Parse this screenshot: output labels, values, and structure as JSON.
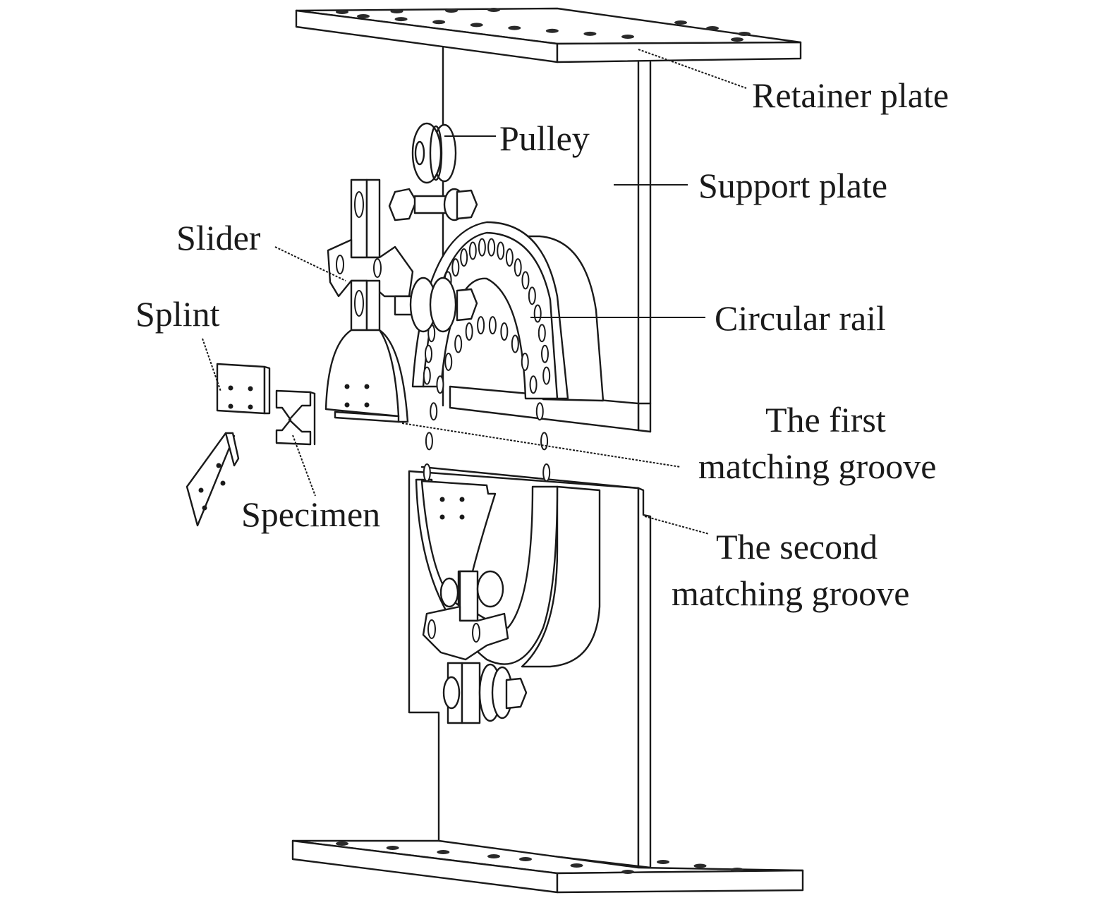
{
  "figure": {
    "type": "exploded-view-diagram",
    "labels": {
      "retainer_plate": "Retainer plate",
      "pulley": "Pulley",
      "support_plate": "Support plate",
      "slider": "Slider",
      "splint": "Splint",
      "circular_rail": "Circular rail",
      "first_groove_line1": "The first",
      "first_groove_line2": "matching groove",
      "specimen": "Specimen",
      "second_groove_line1": "The second",
      "second_groove_line2": "matching groove"
    },
    "colors": {
      "line": "#1a1a1a",
      "background": "#ffffff"
    }
  }
}
